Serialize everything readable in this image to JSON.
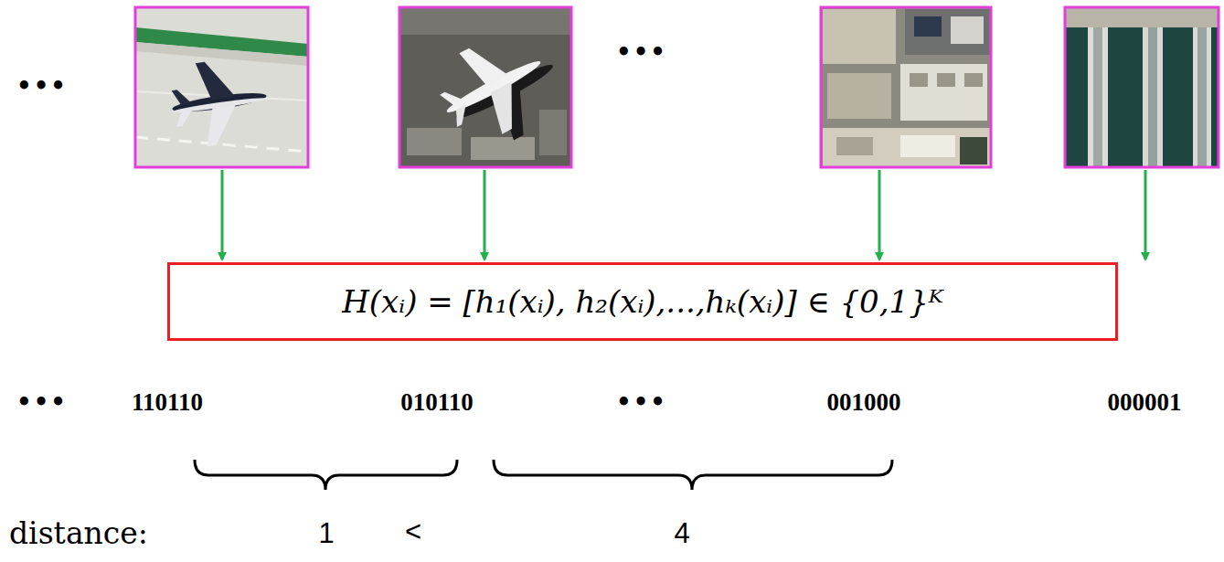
{
  "diagram": {
    "nodes": [
      {
        "text": [
          "H(xᵢ) = [h₁(xᵢ), h₂(xᵢ),...,hₖ(xᵢ)] ∈ {0,1}ᴷ"
        ]
      }
    ],
    "labels": [
      "•••",
      "•••",
      "•••",
      "110110",
      "010110",
      "•••",
      "001000",
      "000001",
      "distance:",
      "1",
      "<",
      "4"
    ]
  }
}
